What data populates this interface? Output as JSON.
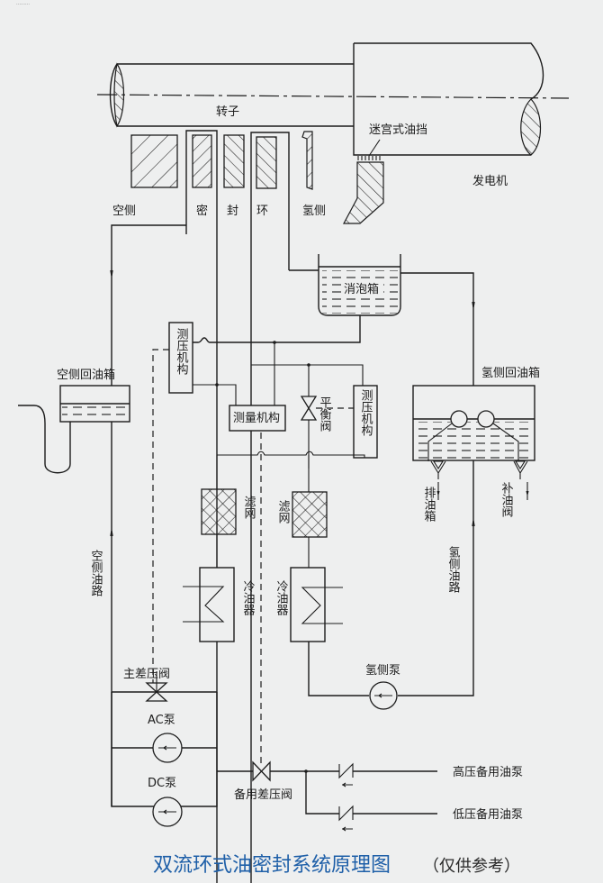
{
  "watermark": "………",
  "title": {
    "main": "双流环式油密封系统原理图",
    "note": "（仅供参考）",
    "main_color": "#1e5fa8"
  },
  "labels": {
    "rotor": "转子",
    "labyrinth": "迷宫式油挡",
    "generator": "发电机",
    "air_side": "空侧",
    "seal_1": "密",
    "seal_2": "封",
    "seal_3": "环",
    "hydrogen_side": "氢侧",
    "defoam_tank": "消泡箱",
    "air_return_tank": "空侧回油箱",
    "h2_return_tank": "氢侧回油箱",
    "measure_left": "测压机构",
    "measure_mid": "测量机构",
    "measure_right": "测压机构",
    "balance_valve": "平衡阀",
    "filter_left": "滤网",
    "filter_right": "滤网",
    "cooler_left": "冷油器",
    "cooler_right": "冷油器",
    "drain_tank": "排油箱",
    "makeup_valve": "补油阀",
    "air_oil_line": "空侧油路",
    "h2_oil_line": "氢侧油路",
    "h2_pump": "氢侧泵",
    "main_dp_valve": "主差压阀",
    "ac_pump": "AC泵",
    "dc_pump": "DC泵",
    "backup_dp_valve": "备用差压阀",
    "hp_backup_pump": "高压备用油泵",
    "lp_backup_pump": "低压备用油泵"
  }
}
